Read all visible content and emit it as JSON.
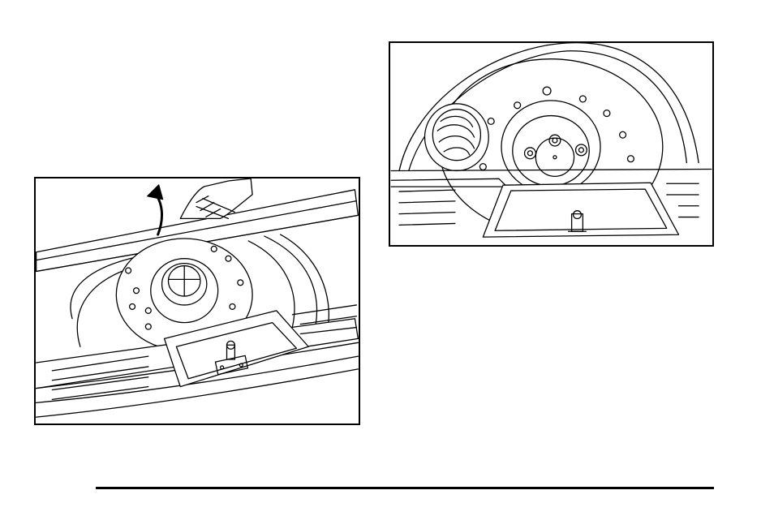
{
  "figures": [
    {
      "id": "left",
      "subject": "trunk-floor-panel-lifted-spare-tire"
    },
    {
      "id": "right",
      "subject": "spare-tire-and-retainer"
    }
  ],
  "colors": {
    "line": "#000000",
    "background": "#ffffff"
  },
  "icons": [
    "lift-arrow-icon",
    "hand-icon",
    "spare-tire-icon",
    "retainer-nut-icon"
  ]
}
